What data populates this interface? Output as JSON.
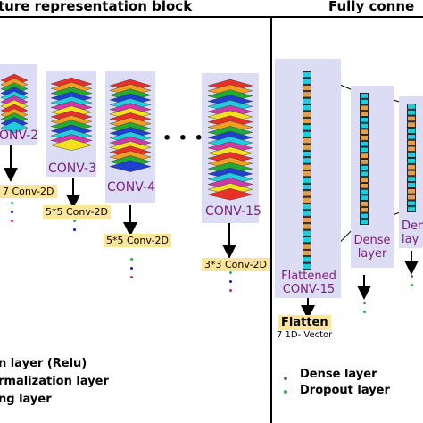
{
  "header": {
    "left_title": "ture representation  block",
    "right_title": "Fully conne"
  },
  "conv_blocks": [
    {
      "label": "ONV-2",
      "op": "7 Conv-2D"
    },
    {
      "label": "CONV-3",
      "op": "5*5 Conv-2D"
    },
    {
      "label": "CONV-4",
      "op": "5*5 Conv-2D"
    },
    {
      "label": "CONV-15",
      "op": "3*3 Conv-2D"
    }
  ],
  "ellipsis": "• • •",
  "fc": {
    "flattened_label_1": "Flattened",
    "flattened_label_2": "CONV-15",
    "flatten_op": "Flatten",
    "flatten_desc": "7 1D- Vector",
    "dense1_label_1": "Dense",
    "dense1_label_2": "layer",
    "dense2_label_1": "Dens",
    "dense2_label_2": "lay"
  },
  "legend_left": [
    "n layer (Relu)",
    "rmalization layer",
    "ng layer"
  ],
  "legend_right": [
    "Dense layer",
    "Dropout layer"
  ],
  "colors": {
    "panel": "#dcdcf4",
    "label_purple": "#7a1f7a",
    "op_box": "#fde59a",
    "dot_green": "#22bb44",
    "dot_blue": "#1a1a9a",
    "dot_pink": "#d02070",
    "dot_grey": "#666666",
    "cell_cyan": "#22ccdd",
    "cell_magenta": "#d03aa8",
    "cell_orange": "#e0a050",
    "cell_blue": "#2030a0"
  },
  "icons": [
    "arrow-down-icon",
    "dot-icon"
  ]
}
